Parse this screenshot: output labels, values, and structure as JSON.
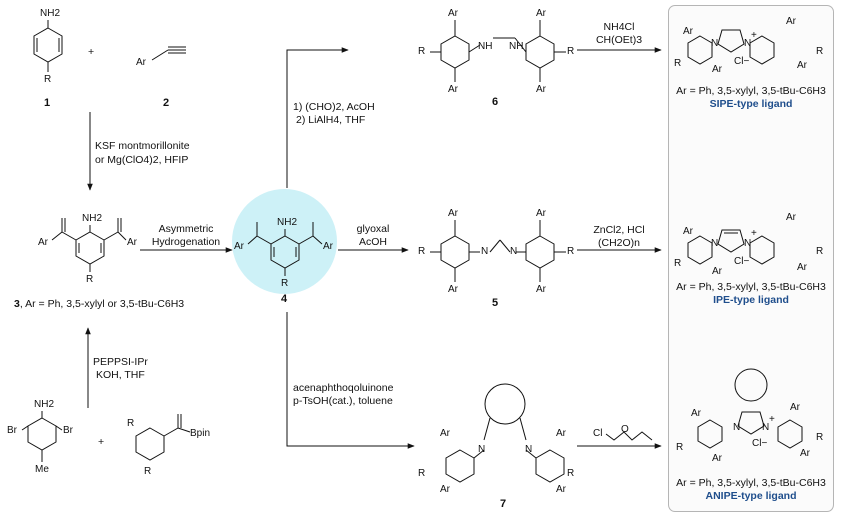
{
  "compounds": {
    "c1": {
      "number": "1",
      "atoms": {
        "top": "NH2",
        "bottom": "R"
      }
    },
    "c2": {
      "number": "2",
      "atoms": {
        "ar": "Ar"
      }
    },
    "c3": {
      "atoms": {
        "nh2": "NH2",
        "ar_left": "Ar",
        "ar_right": "Ar",
        "r": "R"
      },
      "caption_num": "3",
      "caption_rest": ", Ar = Ph, 3,5-xylyl or 3,5-tBu-C6H3"
    },
    "c4": {
      "number": "4",
      "atoms": {
        "nh2": "NH2",
        "ar_left": "Ar",
        "ar_right": "Ar",
        "r": "R"
      }
    },
    "c5": {
      "number": "5",
      "atoms": {
        "ar": "Ar",
        "r": "R",
        "n": "N"
      }
    },
    "c6": {
      "number": "6",
      "atoms": {
        "ar": "Ar",
        "r": "R",
        "nh": "NH"
      }
    },
    "c7": {
      "number": "7",
      "atoms": {
        "ar": "Ar",
        "r": "R",
        "n": "N"
      }
    },
    "start_left": {
      "atoms": {
        "nh2": "NH2",
        "br": "Br",
        "me": "Me"
      }
    },
    "start_right": {
      "atoms": {
        "r": "R",
        "bpin": "Bpin"
      }
    }
  },
  "plus_sign": "+",
  "reagents": {
    "step_1_2_to_3": [
      "KSF montmorillonite",
      "or Mg(ClO4)2, HFIP"
    ],
    "step_3_to_4": [
      "Asymmetric",
      "Hydrogenation"
    ],
    "step_4_to_6": [
      "1) (CHO)2, AcOH",
      "2) LiAlH4, THF"
    ],
    "step_4_to_5": [
      "glyoxal",
      "AcOH"
    ],
    "step_4_to_7": [
      "acenaphthoqoluinone",
      "p-TsOH(cat.), toluene"
    ],
    "step_sm_to_3": [
      "PEPPSI-IPr",
      "KOH, THF"
    ],
    "step_6_to_sipe": [
      "NH4Cl",
      "CH(OEt)3"
    ],
    "step_5_to_ipe": [
      "ZnCl2, HCl",
      "(CH2O)n"
    ],
    "step_7_to_anipe": [
      "Cl",
      "O"
    ]
  },
  "ligands": [
    {
      "ar_line": "Ar = Ph, 3,5-xylyl, 3,5-tBu-C6H3",
      "name": "SIPE-type ligand"
    },
    {
      "ar_line": "Ar = Ph, 3,5-xylyl, 3,5-tBu-C6H3",
      "name": "IPE-type ligand"
    },
    {
      "ar_line": "Ar = Ph, 3,5-xylyl, 3,5-tBu-C6H3",
      "name": "ANIPE-type ligand"
    }
  ],
  "ligand_atoms": {
    "n": "N",
    "plus": "+",
    "cl": "Cl−",
    "ar": "Ar",
    "r": "R"
  },
  "colors": {
    "ligand_name": "#1f4e8c",
    "highlight": "#cdf1f7",
    "panel_border": "#b5b5b5"
  }
}
